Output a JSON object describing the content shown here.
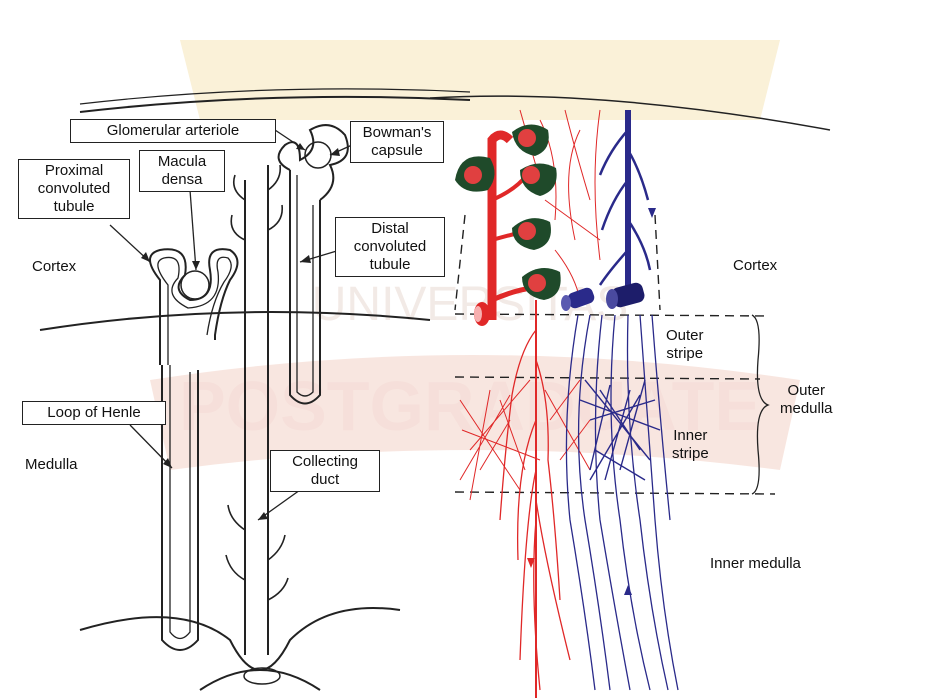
{
  "labels": {
    "glomerular_arteriole": "Glomerular arteriole",
    "bowmans_capsule": [
      "Bowman's",
      "capsule"
    ],
    "proximal_tubule": [
      "Proximal",
      "convoluted",
      "tubule"
    ],
    "macula_densa": [
      "Macula",
      "densa"
    ],
    "distal_tubule": [
      "Distal",
      "convoluted",
      "tubule"
    ],
    "loop_of_henle": "Loop of Henle",
    "collecting_duct": [
      "Collecting",
      "duct"
    ],
    "cortex_left": "Cortex",
    "medulla_left": "Medulla",
    "cortex_right": "Cortex",
    "outer_stripe": [
      "Outer",
      "stripe"
    ],
    "inner_stripe": [
      "Inner",
      "stripe"
    ],
    "outer_medulla": [
      "Outer",
      "medulla"
    ],
    "inner_medulla": "Inner medulla"
  },
  "colors": {
    "artery": "#e02828",
    "vein": "#2a2a8a",
    "glomerulus_capsule": "#1f4a2a",
    "outline": "#222222",
    "watermark": "#f3d7c8"
  },
  "watermark": [
    "UNIVERSITAS",
    "POSTGRADUATE"
  ]
}
